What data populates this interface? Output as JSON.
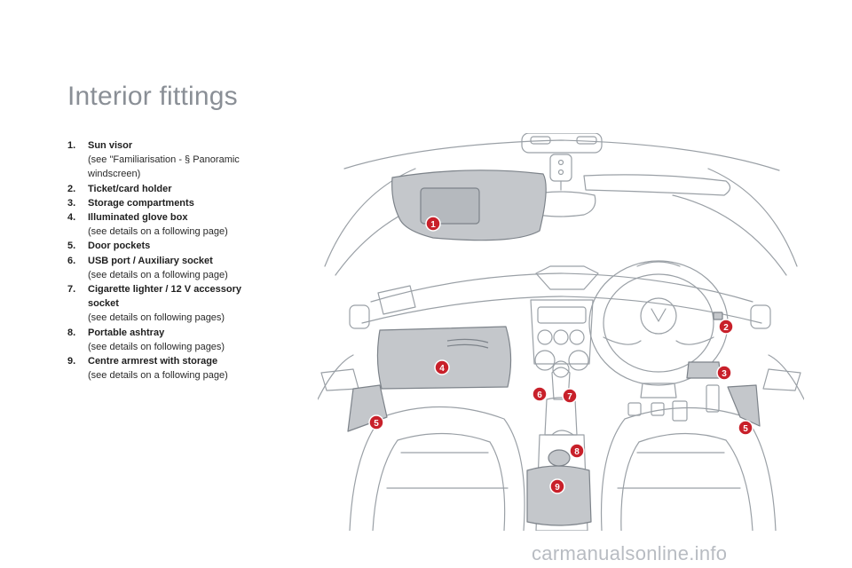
{
  "page": {
    "title": "Interior fittings"
  },
  "items": [
    {
      "number": "1.",
      "name": "Sun visor",
      "description": "(see \"Familiarisation - § Panoramic windscreen)"
    },
    {
      "number": "2.",
      "name": "Ticket/card holder",
      "description": ""
    },
    {
      "number": "3.",
      "name": "Storage compartments",
      "description": ""
    },
    {
      "number": "4.",
      "name": "Illuminated glove box",
      "description": "(see details on a following page)"
    },
    {
      "number": "5.",
      "name": "Door pockets",
      "description": ""
    },
    {
      "number": "6.",
      "name": "USB port / Auxiliary socket",
      "description": "(see details on a following page)"
    },
    {
      "number": "7.",
      "name": "Cigarette lighter / 12 V accessory socket",
      "description": "(see details on following pages)"
    },
    {
      "number": "8.",
      "name": "Portable ashtray",
      "description": "(see details on following pages)"
    },
    {
      "number": "9.",
      "name": "Centre armrest with storage",
      "description": "(see details on a following page)"
    }
  ],
  "markers": [
    "1",
    "2",
    "3",
    "4",
    "5",
    "5",
    "6",
    "7",
    "8",
    "9"
  ],
  "watermark": "carmanualsonline.info",
  "colors": {
    "marker": "#c8202a",
    "highlight": "#c4c7cb",
    "line": "#9aa0a6",
    "title": "#8a8f96"
  }
}
